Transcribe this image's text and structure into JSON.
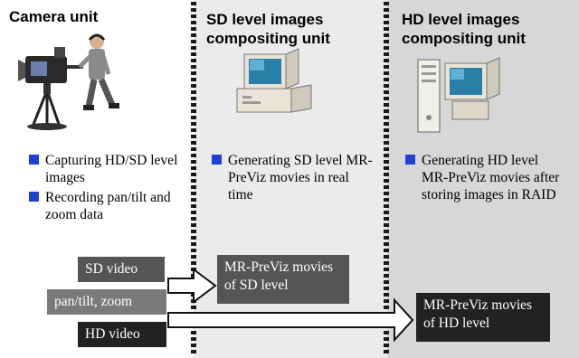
{
  "panels": [
    {
      "title": "Camera unit",
      "image": "camera-operator-icon",
      "bullets": [
        "Capturing HD/SD level images",
        "Recording pan/tilt and zoom data"
      ]
    },
    {
      "title": "SD level images compositing unit",
      "image": "desktop-pc-icon",
      "bullets": [
        "Generating SD level MR-PreViz movies in real time"
      ]
    },
    {
      "title": "HD level images compositing unit",
      "image": "tower-pc-icon",
      "bullets": [
        "Generating HD level MR-PreViz movies after storing images in RAID"
      ]
    }
  ],
  "inputs": {
    "sd_video": "SD video",
    "pan_tilt_zoom": "pan/tilt, zoom",
    "hd_video": "HD video"
  },
  "outputs": {
    "sd_movies": "MR-PreViz movies of SD level",
    "hd_movies": "MR-PreViz movies of HD level"
  },
  "colors": {
    "panel2_bg": "#ebebeb",
    "panel3_bg": "#d7d7d7",
    "bullet": "#1f3fd6",
    "box_dark": "#222222",
    "box_mid": "#555555",
    "box_light": "#7a7a7a"
  }
}
